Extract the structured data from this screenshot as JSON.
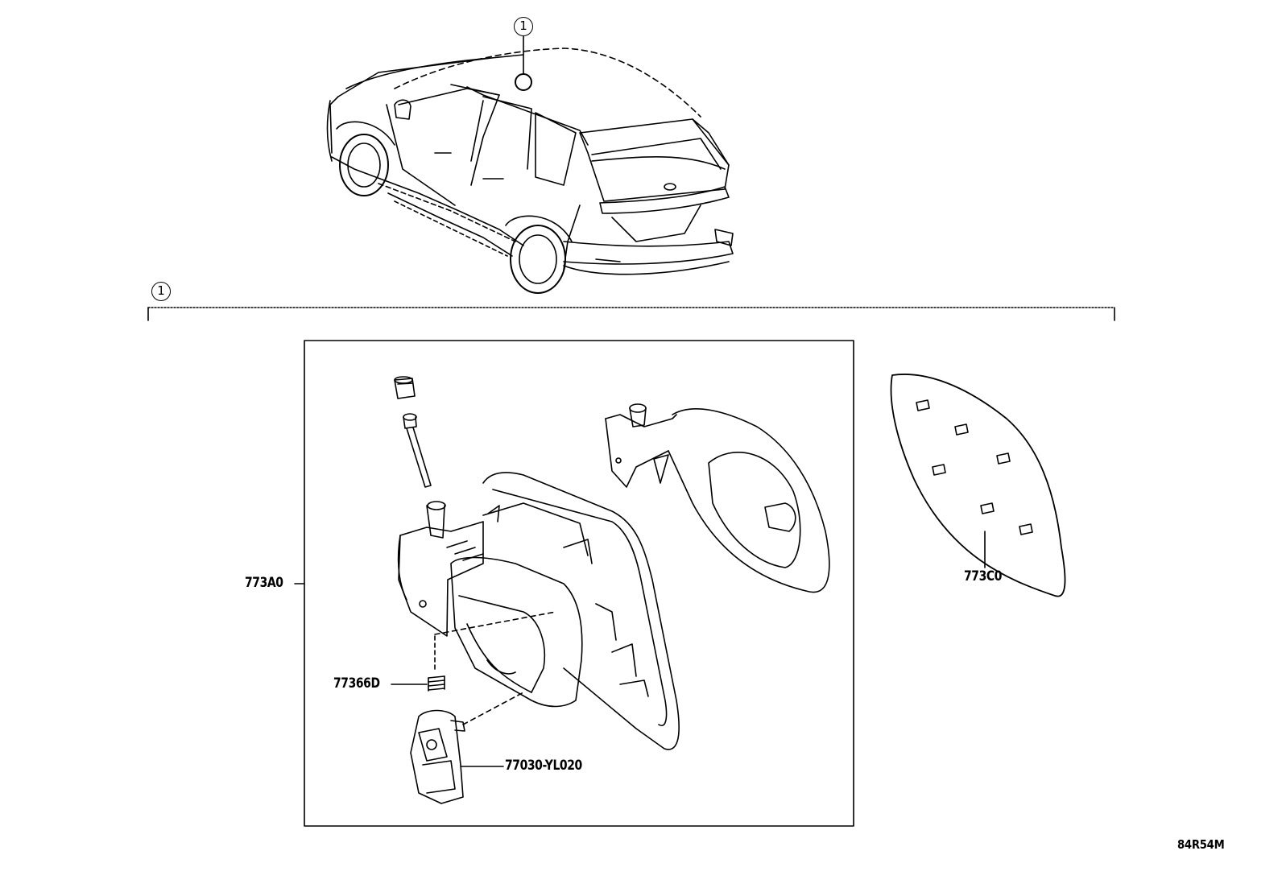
{
  "callouts": {
    "vehicle_marker": "1",
    "bracket_marker": "1"
  },
  "parts": {
    "fuel_lid_assembly": "773A0",
    "lid_inner_panel": "773C0",
    "spring": "77366D",
    "lid_lock_actuator": "77030-YL020"
  },
  "diagram_code": "84R54M"
}
